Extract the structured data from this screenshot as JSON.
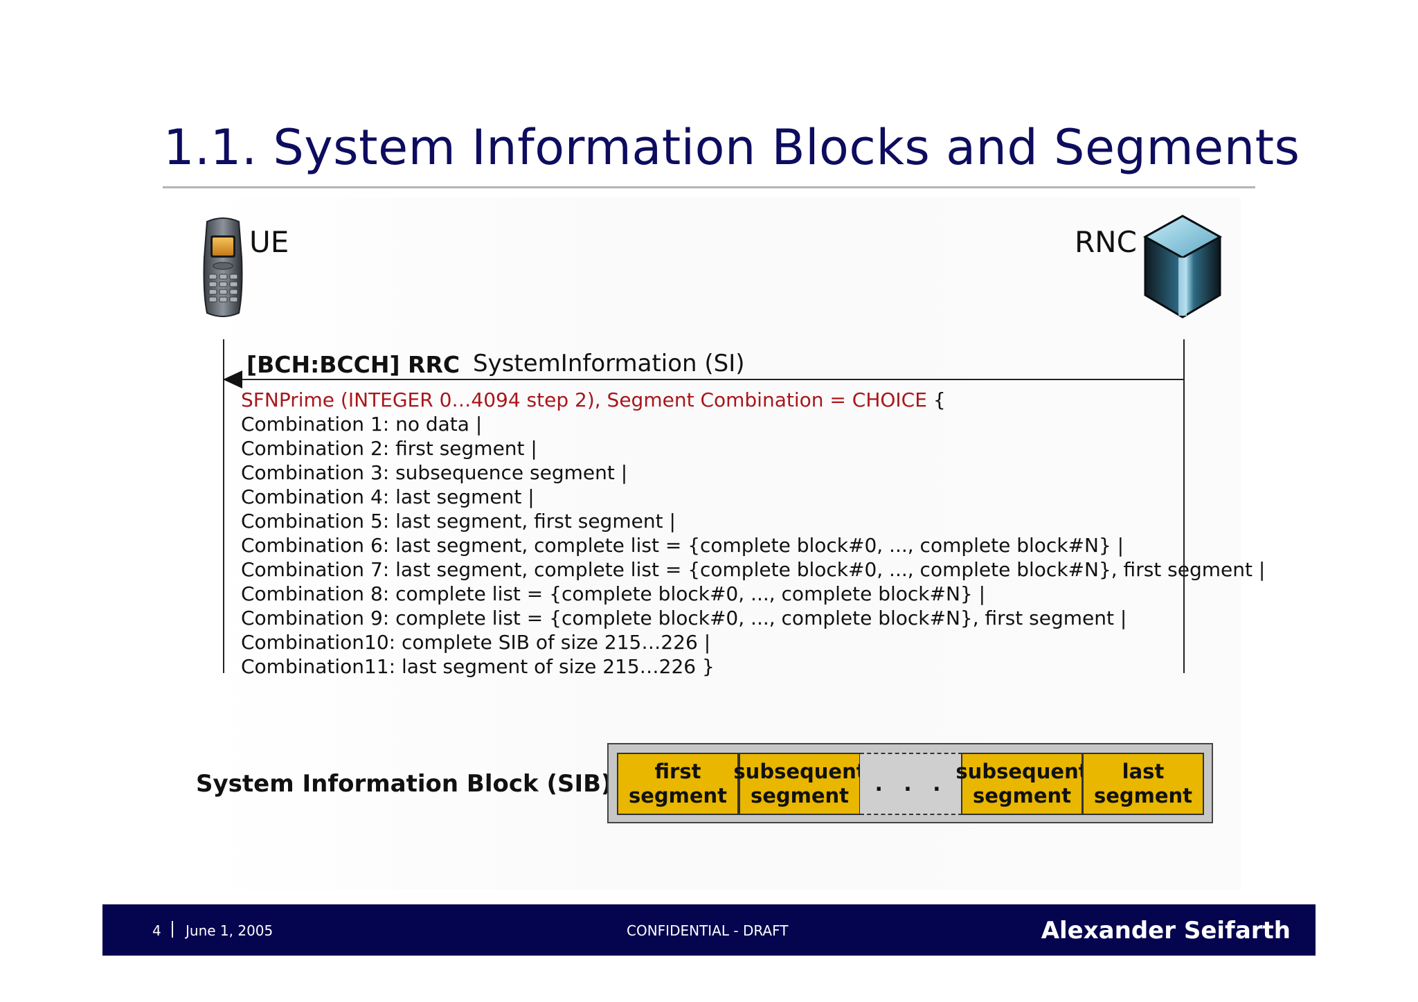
{
  "slide": {
    "title": "1.1. System Information Blocks and Segments"
  },
  "entities": {
    "ue": {
      "label": "UE",
      "icon": "mobile-phone-icon"
    },
    "rnc": {
      "label": "RNC",
      "icon": "rnc-server-icon"
    }
  },
  "message": {
    "channel": "[BCH:BCCH] RRC",
    "name": "SystemInformation (SI)",
    "direction": "RNC to UE",
    "header_line": "SFNPrime (INTEGER 0…4094 step 2), Segment Combination = CHOICE",
    "header_brace": " {",
    "combinations": [
      "Combination  1: no data |",
      "Combination  2: first segment |",
      "Combination  3: subsequence segment |",
      "Combination  4: last segment |",
      "Combination  5: last segment, first segment |",
      "Combination  6: last segment, complete list = {complete block#0, ..., complete block#N} |",
      "Combination  7: last segment, complete list = {complete block#0, ..., complete block#N}, first segment |",
      "Combination  8: complete list = {complete block#0, ..., complete block#N} |",
      "Combination  9: complete list = {complete block#0, ..., complete block#N}, first segment |",
      "Combination10: complete SIB of size 215…226 |",
      "Combination11: last segment of size 215…226 }"
    ],
    "header_color": "#a8161b"
  },
  "sib": {
    "label": "System Information Block (SIB):",
    "segments": [
      {
        "line1": "first",
        "line2": "segment"
      },
      {
        "line1": "subsequent",
        "line2": "segment"
      },
      {
        "line1": "subsequent",
        "line2": "segment"
      },
      {
        "line1": "last",
        "line2": "segment"
      }
    ],
    "ellipsis": ". . .",
    "segment_color": "#e9b600"
  },
  "footer": {
    "page": "4",
    "date": "June 1, 2005",
    "center": "CONFIDENTIAL - DRAFT",
    "author": "Alexander Seifarth",
    "color": "#05044f"
  }
}
